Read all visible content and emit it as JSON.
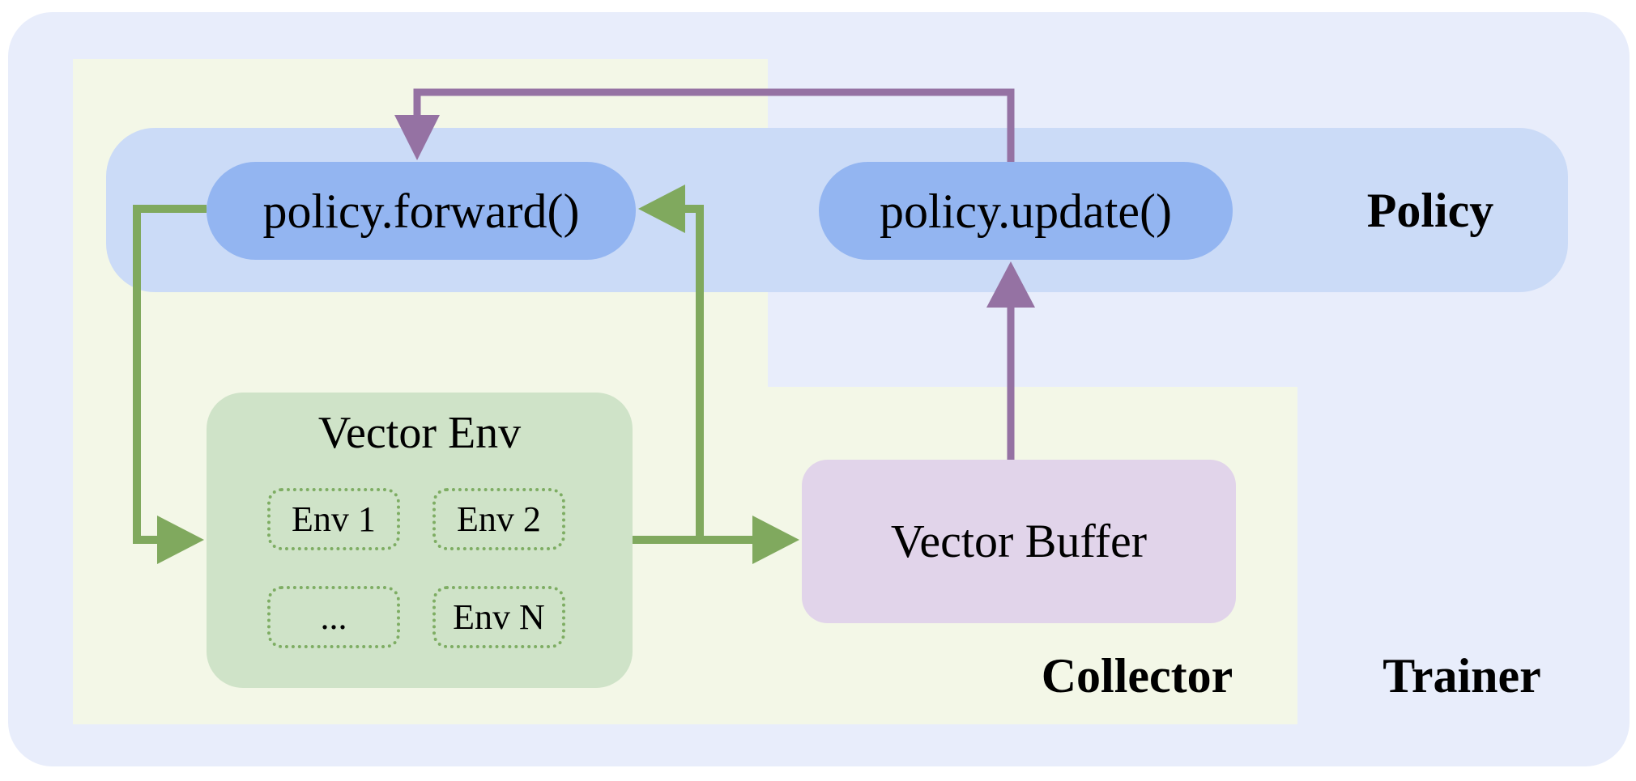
{
  "diagram": {
    "trainer": {
      "label": "Trainer"
    },
    "collector": {
      "label": "Collector"
    },
    "policy": {
      "label": "Policy",
      "forward": "policy.forward()",
      "update": "policy.update()"
    },
    "vector_env": {
      "title": "Vector Env",
      "envs": [
        "Env 1",
        "Env 2",
        "...",
        "Env N"
      ]
    },
    "vector_buffer": {
      "label": "Vector Buffer"
    },
    "colors": {
      "trainer_bg": "#e8edfb",
      "collector_bg": "#f3f7e7",
      "policy_band_bg": "#cbdbf7",
      "pill_bg": "#93b5f1",
      "vector_env_bg": "#cfe3c8",
      "env_chip_border": "#7ead63",
      "vector_buffer_bg": "#e1d4ea",
      "green_arrow": "#80a95e",
      "purple_arrow": "#9572a3",
      "text": "#000000"
    },
    "edges": [
      {
        "from": "policy.forward()",
        "to": "Vector Env",
        "color": "#80a95e"
      },
      {
        "from": "Vector Env",
        "to": "Vector Buffer",
        "color": "#80a95e"
      },
      {
        "from": "Vector Env",
        "to": "policy.forward()",
        "color": "#80a95e"
      },
      {
        "from": "Vector Buffer",
        "to": "policy.update()",
        "color": "#9572a3"
      },
      {
        "from": "policy.update()",
        "to": "policy.forward()",
        "color": "#9572a3"
      }
    ]
  }
}
